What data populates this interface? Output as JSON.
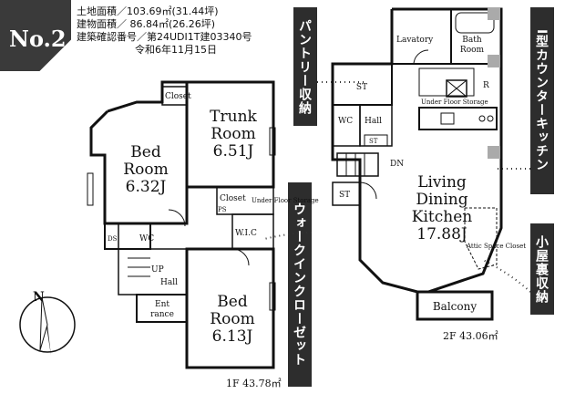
{
  "badge": {
    "label": "No.2"
  },
  "info": {
    "line1": "土地面積／103.69㎡(31.44坪)",
    "line2": "建物面積／ 86.84㎡(26.26坪)",
    "line3": "建築確認番号／第24UDI1T建03340号",
    "line4": "令和6年11月15日"
  },
  "callouts": {
    "pantry": "パントリー収納",
    "walkin": "ウォークインクローゼット",
    "kitchen": "I型カウンターキッチン",
    "attic": "小屋裏収納"
  },
  "floor1": {
    "bed1_name": "Bed",
    "bed1_room": "Room",
    "bed1_size": "6.32J",
    "trunk_name": "Trunk",
    "trunk_room": "Room",
    "trunk_size": "6.51J",
    "bed2_name": "Bed",
    "bed2_room": "Room",
    "bed2_size": "6.13J",
    "closet_top": "Closet",
    "closet_mid": "Closet",
    "under_floor": "Under Floor Storage",
    "wic": "W.I.C",
    "wc": "WC",
    "ds": "DS",
    "up": "UP",
    "hall": "Hall",
    "ent1": "Ent",
    "ent2": "rance",
    "ps": "PS",
    "area": "1F 43.78㎡"
  },
  "floor2": {
    "lavatory": "Lavatory",
    "bath1": "Bath",
    "bath2": "Room",
    "st1": "ST",
    "st2": "ST",
    "st3": "ST",
    "wc": "WC",
    "hall": "Hall",
    "dn": "DN",
    "under_floor": "Under Floor Storage",
    "living1": "Living",
    "living2": "Dining",
    "living3": "Kitchen",
    "living_size": "17.88J",
    "attic": "Attic Space Closet",
    "balcony": "Balcony",
    "r": "R",
    "area": "2F 43.06㎡"
  },
  "compass": {
    "label": "N"
  }
}
